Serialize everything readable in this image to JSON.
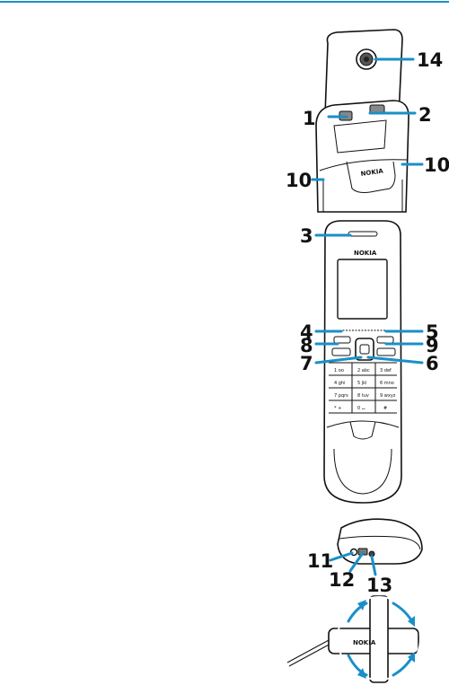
{
  "brand": "NOKIA",
  "keypad": [
    "1 oo",
    "2 abc",
    "3 def",
    "4 ghi",
    "5 jkl",
    "6 mno",
    "7 pqrs",
    "8 tuv",
    "9 wxyz",
    "* +",
    "0 ⌴",
    "#"
  ],
  "callouts": {
    "c1": "1",
    "c2": "2",
    "c3": "3",
    "c4": "4",
    "c5": "5",
    "c6": "6",
    "c7": "7",
    "c8": "8",
    "c9": "9",
    "c10a": "10",
    "c10b": "10",
    "c11": "11",
    "c12": "12",
    "c13": "13",
    "c14": "14"
  },
  "colors": {
    "leader": "#1a8fc8",
    "outline": "#111111",
    "background": "#ffffff"
  }
}
